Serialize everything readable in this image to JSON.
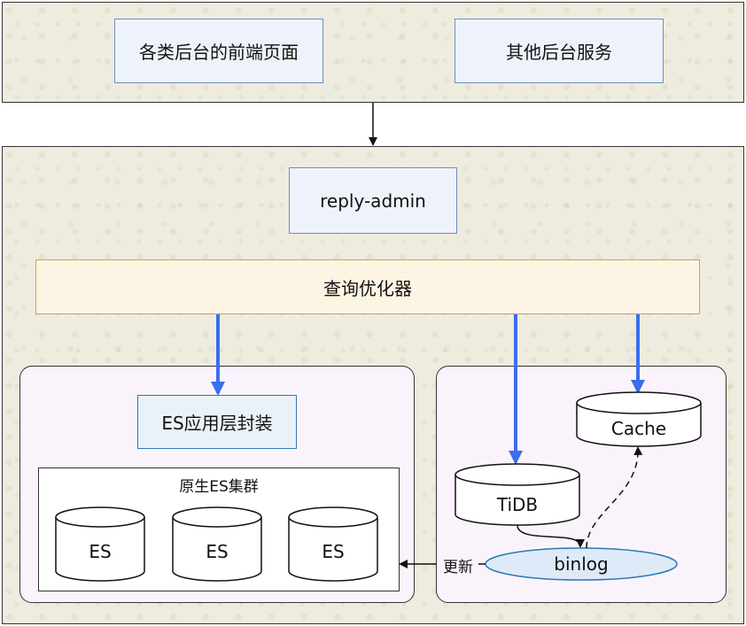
{
  "top": {
    "frontend_pages": "各类后台的前端页面",
    "other_services": "其他后台服务"
  },
  "main": {
    "reply_admin": "reply-admin",
    "query_optimizer": "查询优化器",
    "es_layer": "ES应用层封装",
    "es_cluster_title": "原生ES集群",
    "es_nodes": [
      "ES",
      "ES",
      "ES"
    ],
    "tidb": "TiDB",
    "cache": "Cache",
    "binlog": "binlog",
    "update_label": "更新"
  },
  "colors": {
    "blue_arrow": "#3a6df0",
    "binlog_fill": "#dfeaf8",
    "binlog_stroke": "#2b7bb0"
  }
}
